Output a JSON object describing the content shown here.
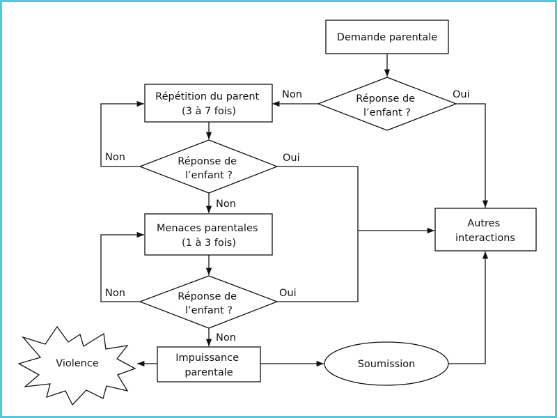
{
  "nodes": {
    "demande": {
      "lines": [
        "Demande parentale"
      ]
    },
    "reponse1": {
      "lines": [
        "Réponse de",
        "l’enfant ?"
      ]
    },
    "repetition": {
      "lines": [
        "Répétition du parent",
        "(3 à 7 fois)"
      ]
    },
    "reponse2": {
      "lines": [
        "Réponse de",
        "l’enfant ?"
      ]
    },
    "menaces": {
      "lines": [
        "Menaces parentales",
        "(1 à 3 fois)"
      ]
    },
    "reponse3": {
      "lines": [
        "Réponse de",
        "l’enfant ?"
      ]
    },
    "impuissance": {
      "lines": [
        "Impuissance",
        "parentale"
      ]
    },
    "violence": {
      "lines": [
        "Violence"
      ]
    },
    "soumission": {
      "lines": [
        "Soumission"
      ]
    },
    "autres": {
      "lines": [
        "Autres",
        "interactions"
      ]
    }
  },
  "edge_labels": {
    "r1_non": "Non",
    "r1_oui": "Oui",
    "r2_non": "Non",
    "r2_oui": "Oui",
    "r2_down_non": "Non",
    "r3_non": "Non",
    "r3_oui": "Oui",
    "r3_down_non": "Non"
  }
}
